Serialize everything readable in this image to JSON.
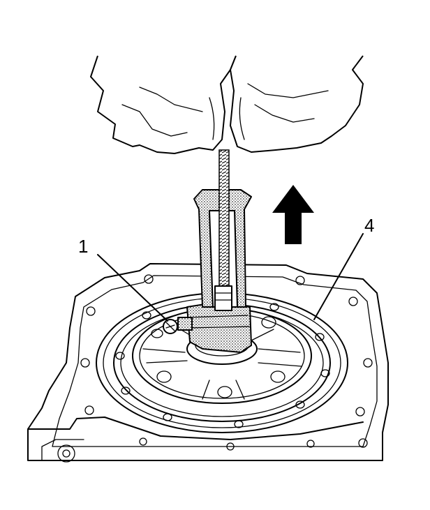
{
  "figure": {
    "callouts": [
      {
        "id": "callout-1",
        "label": "1"
      },
      {
        "id": "callout-4",
        "label": "4"
      }
    ],
    "arrow_direction": "up",
    "ink_color": "#000000",
    "paper_color": "#ffffff",
    "shade_color": "#cfcfcf"
  }
}
